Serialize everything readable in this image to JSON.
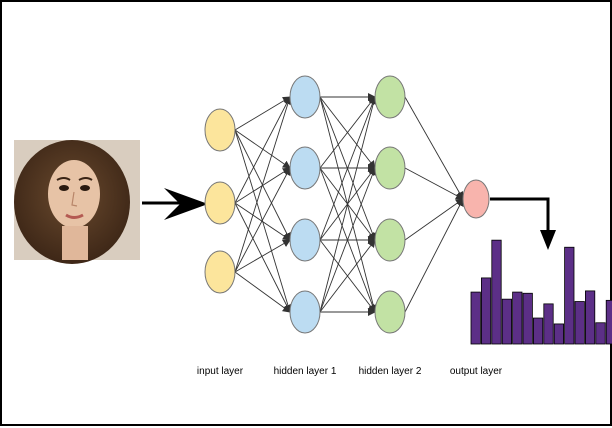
{
  "layers": [
    {
      "label": "input layer",
      "nodes": 3,
      "color": "#fce59c"
    },
    {
      "label": "hidden layer 1",
      "nodes": 4,
      "color": "#bcdcf2"
    },
    {
      "label": "hidden layer 2",
      "nodes": 4,
      "color": "#c2e2a4"
    },
    {
      "label": "output layer",
      "nodes": 1,
      "color": "#f8b4ad"
    }
  ],
  "photo": {
    "description_icon": "face-portrait-icon"
  },
  "histogram": {
    "color": "#5c2f87",
    "values": [
      0.44,
      0.56,
      0.88,
      0.38,
      0.44,
      0.43,
      0.22,
      0.34,
      0.17,
      0.82,
      0.36,
      0.45,
      0.18,
      0.37
    ]
  }
}
